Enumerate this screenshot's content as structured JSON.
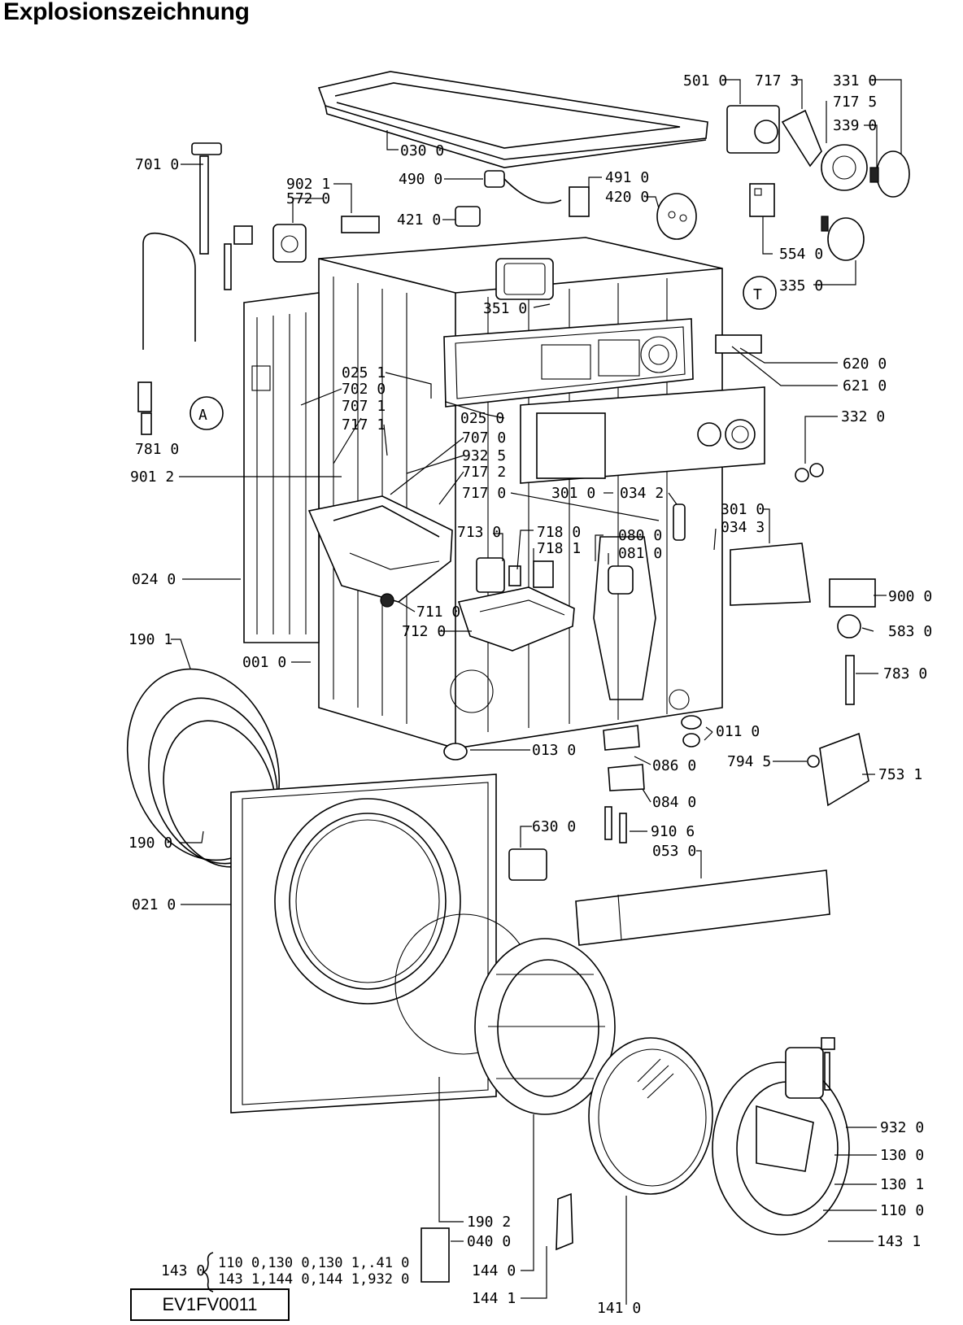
{
  "header": {
    "title": "Explosionszeichnung"
  },
  "footer": {
    "code": "EV1FV0011"
  },
  "markers": {
    "a": "A",
    "t": "T"
  },
  "parts": {
    "p501": "501 0",
    "p7173": "717 3",
    "p331": "331 0",
    "p7175": "717 5",
    "p339": "339 0",
    "p701": "701 0",
    "p030": "030 0",
    "p902": "902 1",
    "p572": "572 0",
    "p490": "490 0",
    "p491": "491 0",
    "p420": "420 0",
    "p421": "421 0",
    "p554": "554 0",
    "p335": "335 0",
    "p351": "351 0",
    "p620": "620 0",
    "p621": "621 0",
    "p0251": "025 1",
    "p702": "702 0",
    "p7071": "707 1",
    "p7171": "717 1",
    "p0250": "025 0",
    "p332": "332 0",
    "p7070": "707 0",
    "p9325": "932 5",
    "p781": "781 0",
    "p901": "901 2",
    "p7172": "717 2",
    "p3010a": "301 0",
    "p0342": "034 2",
    "p7170": "717 0",
    "p3010b": "301 0",
    "p0343": "034 3",
    "p713": "713 0",
    "p718": "718 0",
    "p080": "080 0",
    "p7181": "718 1",
    "p081": "081 0",
    "p024": "024 0",
    "p900": "900 0",
    "p711": "711 0",
    "p712": "712 0",
    "p583": "583 0",
    "p1901": "190 1",
    "p001": "001 0",
    "p783": "783 0",
    "p011": "011 0",
    "p013": "013 0",
    "p794": "794 5",
    "p086": "086 0",
    "p753": "753 1",
    "p084": "084 0",
    "p630": "630 0",
    "p910": "910 6",
    "p053": "053 0",
    "p1900": "190 0",
    "p021": "021 0",
    "p9320": "932 0",
    "p1300": "130 0",
    "p1301": "130 1",
    "p110": "110 0",
    "p1902": "190 2",
    "p1431": "143 1",
    "p040": "040 0",
    "p1440": "144 0",
    "p1441": "144 1",
    "p141": "141 0",
    "p1430": "143 0"
  },
  "kit": {
    "line1": "110 0,130 0,130 1,.41 0",
    "line2": "143 1,144 0,144 1,932 0"
  }
}
